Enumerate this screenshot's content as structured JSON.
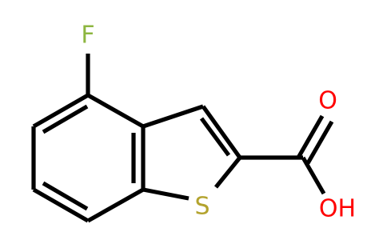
{
  "molecule": {
    "atoms": {
      "fluorine": {
        "symbol": "F",
        "color": "#8db640"
      },
      "sulfur": {
        "symbol": "S",
        "color": "#b3a32e"
      },
      "carbonyl_oxygen": {
        "symbol": "O",
        "color": "#ff0000"
      },
      "hydroxyl": {
        "symbol": "OH",
        "color": "#ff0000"
      }
    }
  }
}
